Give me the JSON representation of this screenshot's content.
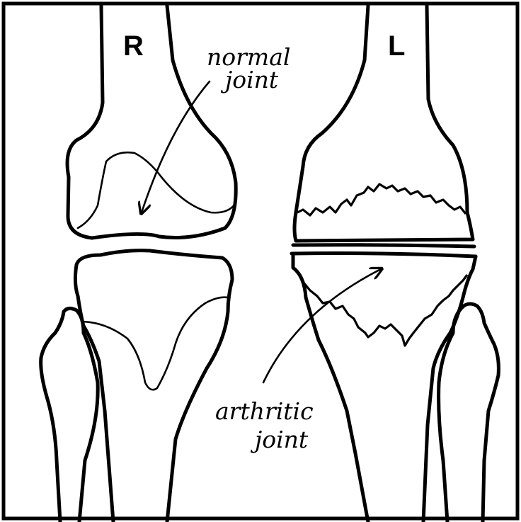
{
  "labels": {
    "right_side": "R",
    "left_side": "L"
  },
  "annotations": {
    "normal": {
      "line1": "normal",
      "line2": "joint"
    },
    "arthritic": {
      "line1": "arthritic",
      "line2": "joint"
    }
  }
}
